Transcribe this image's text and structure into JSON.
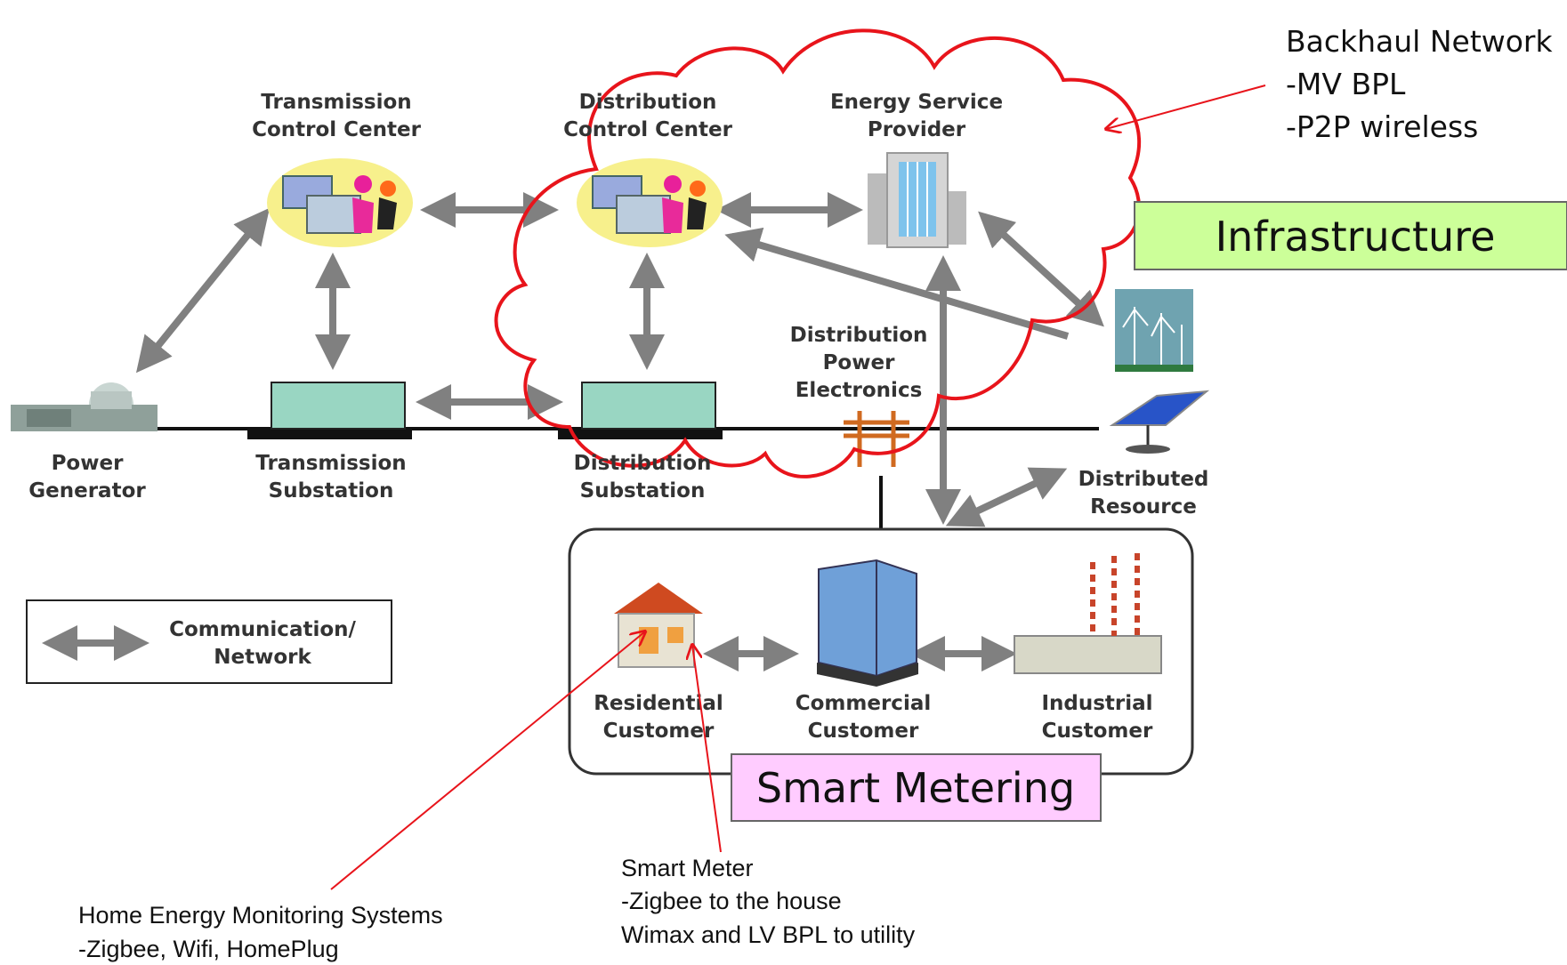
{
  "nodes": {
    "transmission_control_center": [
      "Transmission",
      "Control Center"
    ],
    "distribution_control_center": [
      "Distribution",
      "Control Center"
    ],
    "energy_service_provider": [
      "Energy Service",
      "Provider"
    ],
    "power_generator": [
      "Power",
      "Generator"
    ],
    "transmission_substation": [
      "Transmission",
      "Substation"
    ],
    "distribution_substation": [
      "Distribution",
      "Substation"
    ],
    "distribution_power_electronics": [
      "Distribution",
      "Power",
      "Electronics"
    ],
    "distributed_resource": [
      "Distributed",
      "Resource"
    ],
    "residential_customer": [
      "Residential",
      "Customer"
    ],
    "commercial_customer": [
      "Commercial",
      "Customer"
    ],
    "industrial_customer": [
      "Industrial",
      "Customer"
    ]
  },
  "legend": [
    "Communication/",
    "Network"
  ],
  "callouts": {
    "backhaul": [
      "Backhaul Network",
      "-MV BPL",
      "-P2P wireless"
    ],
    "smart_meter": [
      "Smart Meter",
      "-Zigbee to the house",
      "Wimax and LV BPL to utility"
    ],
    "home_energy": [
      "Home Energy Monitoring Systems",
      "-Zigbee, Wifi, HomePlug"
    ]
  },
  "boxes": {
    "infrastructure": "Infrastructure",
    "smart_metering": "Smart Metering"
  },
  "colors": {
    "arrow": "#808080",
    "cloud": "#e8141b",
    "infrastructure_bg": "#ccff99",
    "smart_metering_bg": "#ffccff",
    "substation": "#99d6c2"
  }
}
